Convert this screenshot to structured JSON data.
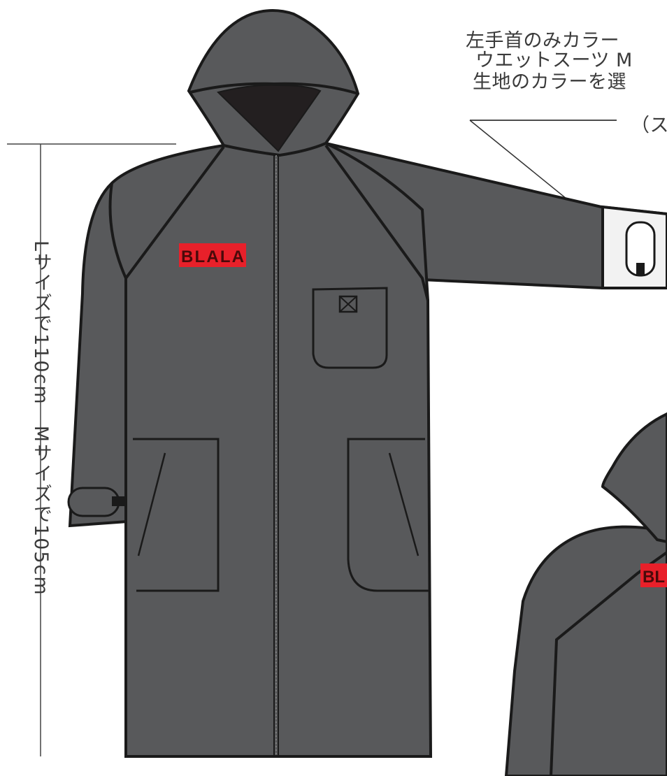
{
  "annotation": {
    "line1": "左手首のみカラー",
    "line2": "ウエットスーツ M",
    "line3": "生地のカラーを選",
    "line4": "（ス"
  },
  "length_label": "Lサイズで110cm　Mサイズで105cm",
  "logo": {
    "front": "BLALA",
    "back": "BL"
  },
  "colors": {
    "coat": "#58595b",
    "outline": "#1a1a1a",
    "hood_inner": "#231f20",
    "cuff": "#f2f2f2",
    "logo": "#e8202a",
    "text": "#3a3a3a",
    "line": "#333333"
  }
}
